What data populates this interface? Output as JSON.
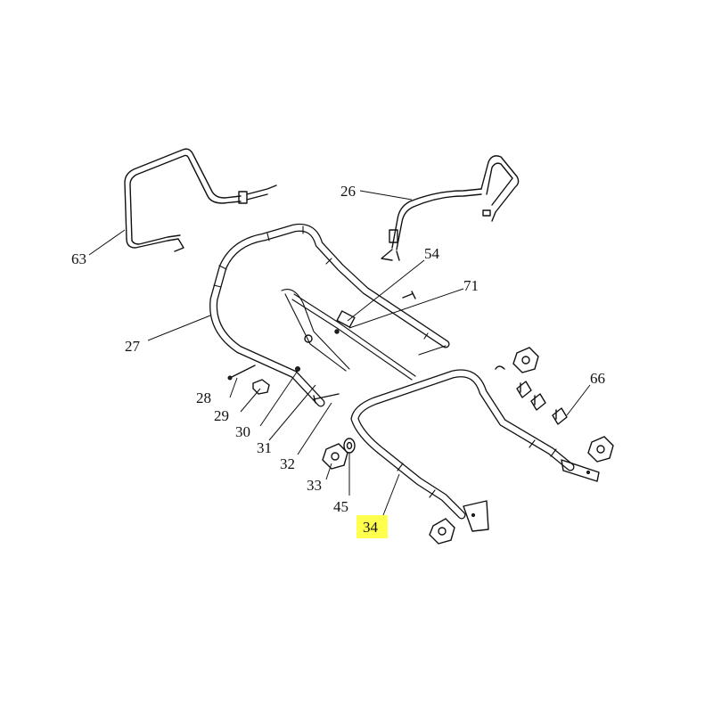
{
  "diagram": {
    "labels": {
      "p63": "63",
      "p26": "26",
      "p54": "54",
      "p71": "71",
      "p27": "27",
      "p66": "66",
      "p28": "28",
      "p29": "29",
      "p30": "30",
      "p31": "31",
      "p32": "32",
      "p33": "33",
      "p45": "45",
      "p34": "34"
    },
    "highlighted_part": "34",
    "highlight_color": "#ffff4d",
    "line_color": "#111111"
  }
}
